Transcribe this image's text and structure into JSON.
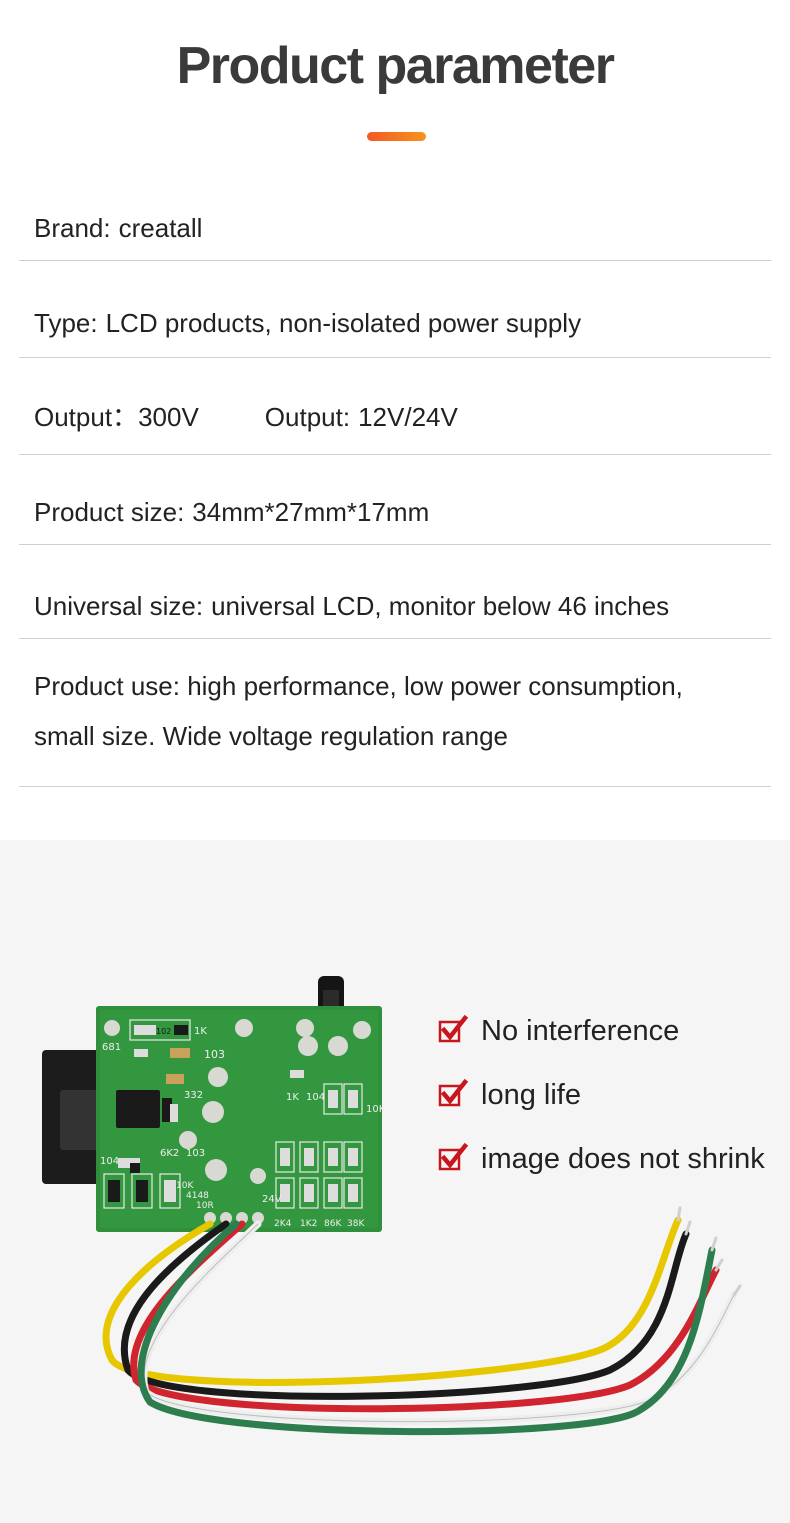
{
  "header": {
    "title": "Product parameter"
  },
  "params": {
    "brand": {
      "label": "Brand:",
      "value": "creatall"
    },
    "type": {
      "label": "Type:",
      "value": "LCD products, non-isolated power supply"
    },
    "output": {
      "label1": "Output：",
      "value1": "300V",
      "label2": "Output:",
      "value2": "12V/24V"
    },
    "size": {
      "label": "Product size:",
      "value": "34mm*27mm*17mm"
    },
    "universal": {
      "label": "Universal size:",
      "value": "universal LCD, monitor below 46 inches"
    },
    "use": {
      "line1": "Product use: high performance, low power consumption,",
      "line2": "small size. Wide voltage regulation range"
    }
  },
  "features": [
    {
      "icon": "check-icon",
      "label": "No interference"
    },
    {
      "icon": "check-icon",
      "label": "long life"
    },
    {
      "icon": "check-icon",
      "label": "image does not shrink"
    }
  ],
  "board_labels": {
    "l1": "102",
    "l2": "1K",
    "l3": "681",
    "l4": "103",
    "l5": "332",
    "l6": "104",
    "l7": "6K2",
    "l8": "103",
    "l9": "10K",
    "l10": "4148",
    "l11": "10R",
    "l12": "1K",
    "l13": "104",
    "l14": "10K",
    "l15": "24V",
    "l16": "2K4",
    "l17": "1K2",
    "l18": "86K",
    "l19": "38K"
  },
  "colors": {
    "accent": "#f15a24",
    "check": "#c8161d",
    "pcb": "#2f8f3a",
    "background_lower": "#f5f5f5"
  }
}
